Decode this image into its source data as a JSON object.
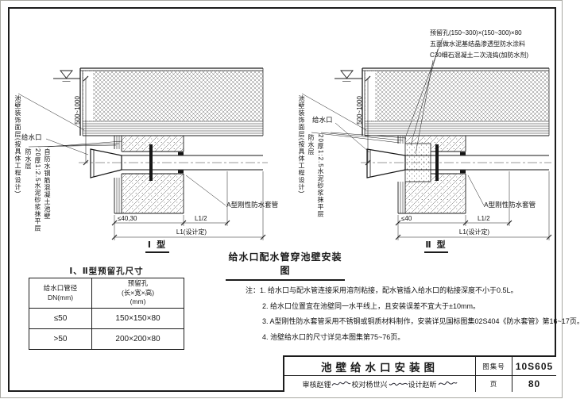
{
  "colors": {
    "paper": "#ffffff",
    "ink": "#1a1a1a",
    "line": "#1c1c1c"
  },
  "annotations": {
    "prehole": "预留孔(150~300)×(150~300)×80",
    "coating": "五面做水泥基结晶渗透型防水涂料",
    "concrete_fill": "C30细石混凝土二次浇捣(加防水剂)"
  },
  "drawing_common": {
    "inlet_label": "给水口",
    "depth_dim": "500~1000",
    "layer_finish": "池壁装饰面层(按具体工程设计)",
    "layer_waterproof": "防水层",
    "layer_mortar": "20厚1:2.5水泥砂浆抹平层",
    "layer_concrete": "自防水钢筋混凝土池壁",
    "sleeve_label": "A型刚性防水套管",
    "dim_half": "L1/2",
    "dim_full": "L1(设计定)"
  },
  "drawing_type1": {
    "edge_dim": "≤40,30",
    "type_label": "Ⅰ 型"
  },
  "drawing_type2": {
    "edge_dim": "≤40",
    "type_label": "Ⅱ 型"
  },
  "section_title": "给水口配水管穿池壁安装图",
  "table": {
    "title": "Ⅰ、Ⅱ型预留孔尺寸",
    "col1_header_l1": "给水口管径",
    "col1_header_l2": "DN(mm)",
    "col2_header_l1": "预留孔",
    "col2_header_l2": "(长×宽×高)",
    "col2_header_l3": "(mm)",
    "rows": [
      {
        "dn": "≤50",
        "size": "150×150×80"
      },
      {
        "dn": ">50",
        "size": "200×200×80"
      }
    ]
  },
  "notes": {
    "prefix": "注：",
    "items": [
      "1. 给水口与配水管连接采用溶剂粘接，配水管插入给水口的粘接深度不小于0.5L。",
      "2. 给水口位置宜在池壁同一水平线上，且安装误差不宜大于±10mm。",
      "3. A型刚性防水套管采用不锈钢或铜质材料制作，安装详见国标图集02S404《防水套管》第16~17页。",
      "4. 池壁给水口的尺寸详见本图集第75~76页。"
    ]
  },
  "title_block": {
    "drawing_title": "池壁给水口安装图",
    "atlas_no_label": "图集号",
    "atlas_no_value": "10S605",
    "page_label": "页",
    "page_value": "80",
    "reviewer_label": "审核",
    "reviewer_name": "赵锂",
    "checker_label": "校对",
    "checker_name": "杨世兴",
    "designer_label": "设计",
    "designer_name": "赵昕"
  }
}
